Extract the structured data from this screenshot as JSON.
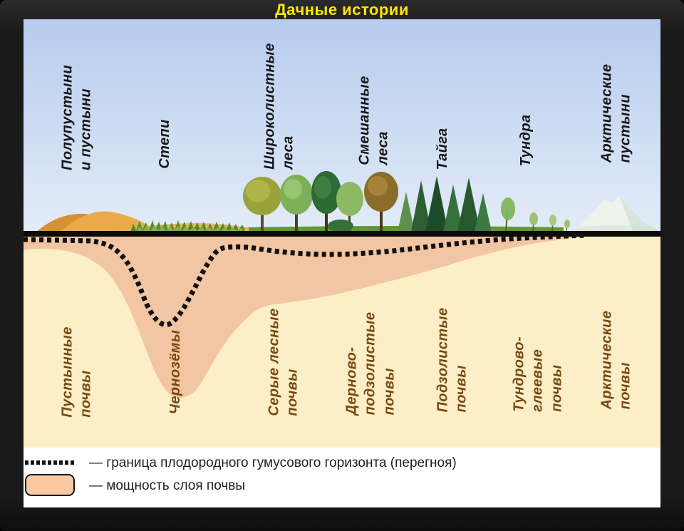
{
  "title": "Дачные истории",
  "colors": {
    "title_accent": "#ffe606",
    "frame": "#1a1a1a",
    "sky_top": "#b7cbee",
    "sky_bottom": "#e3ecf8",
    "soil_layer_pink": "#f3c6a3",
    "subsoil_cream": "#fcefc8",
    "ground_line": "#0b0b0b",
    "soil_label_brown": "#7a4713",
    "dune_orange": "#eaa94a"
  },
  "zones": [
    {
      "vegetation": "Полупустыни\nи пустыни",
      "soil": "Пустынные\nпочвы"
    },
    {
      "vegetation": "Степи",
      "soil": "Чернозёмы"
    },
    {
      "vegetation": "Широколистные\nлеса",
      "soil": "Серые лесные\nпочвы"
    },
    {
      "vegetation": "Смешанные\nлеса",
      "soil": "Дерново-\nподзолистые\nпочвы"
    },
    {
      "vegetation": "Тайга",
      "soil": "Подзолистые\nпочвы"
    },
    {
      "vegetation": "Тундра",
      "soil": "Тундрово-\nглеевые\nпочвы"
    },
    {
      "vegetation": "Арктические\nпустыни",
      "soil": "Арктические\nпочвы"
    }
  ],
  "legend": {
    "humus_boundary": "— граница плодородного гумусового горизонта (перегноя)",
    "soil_thickness": "— мощность слоя почвы"
  }
}
